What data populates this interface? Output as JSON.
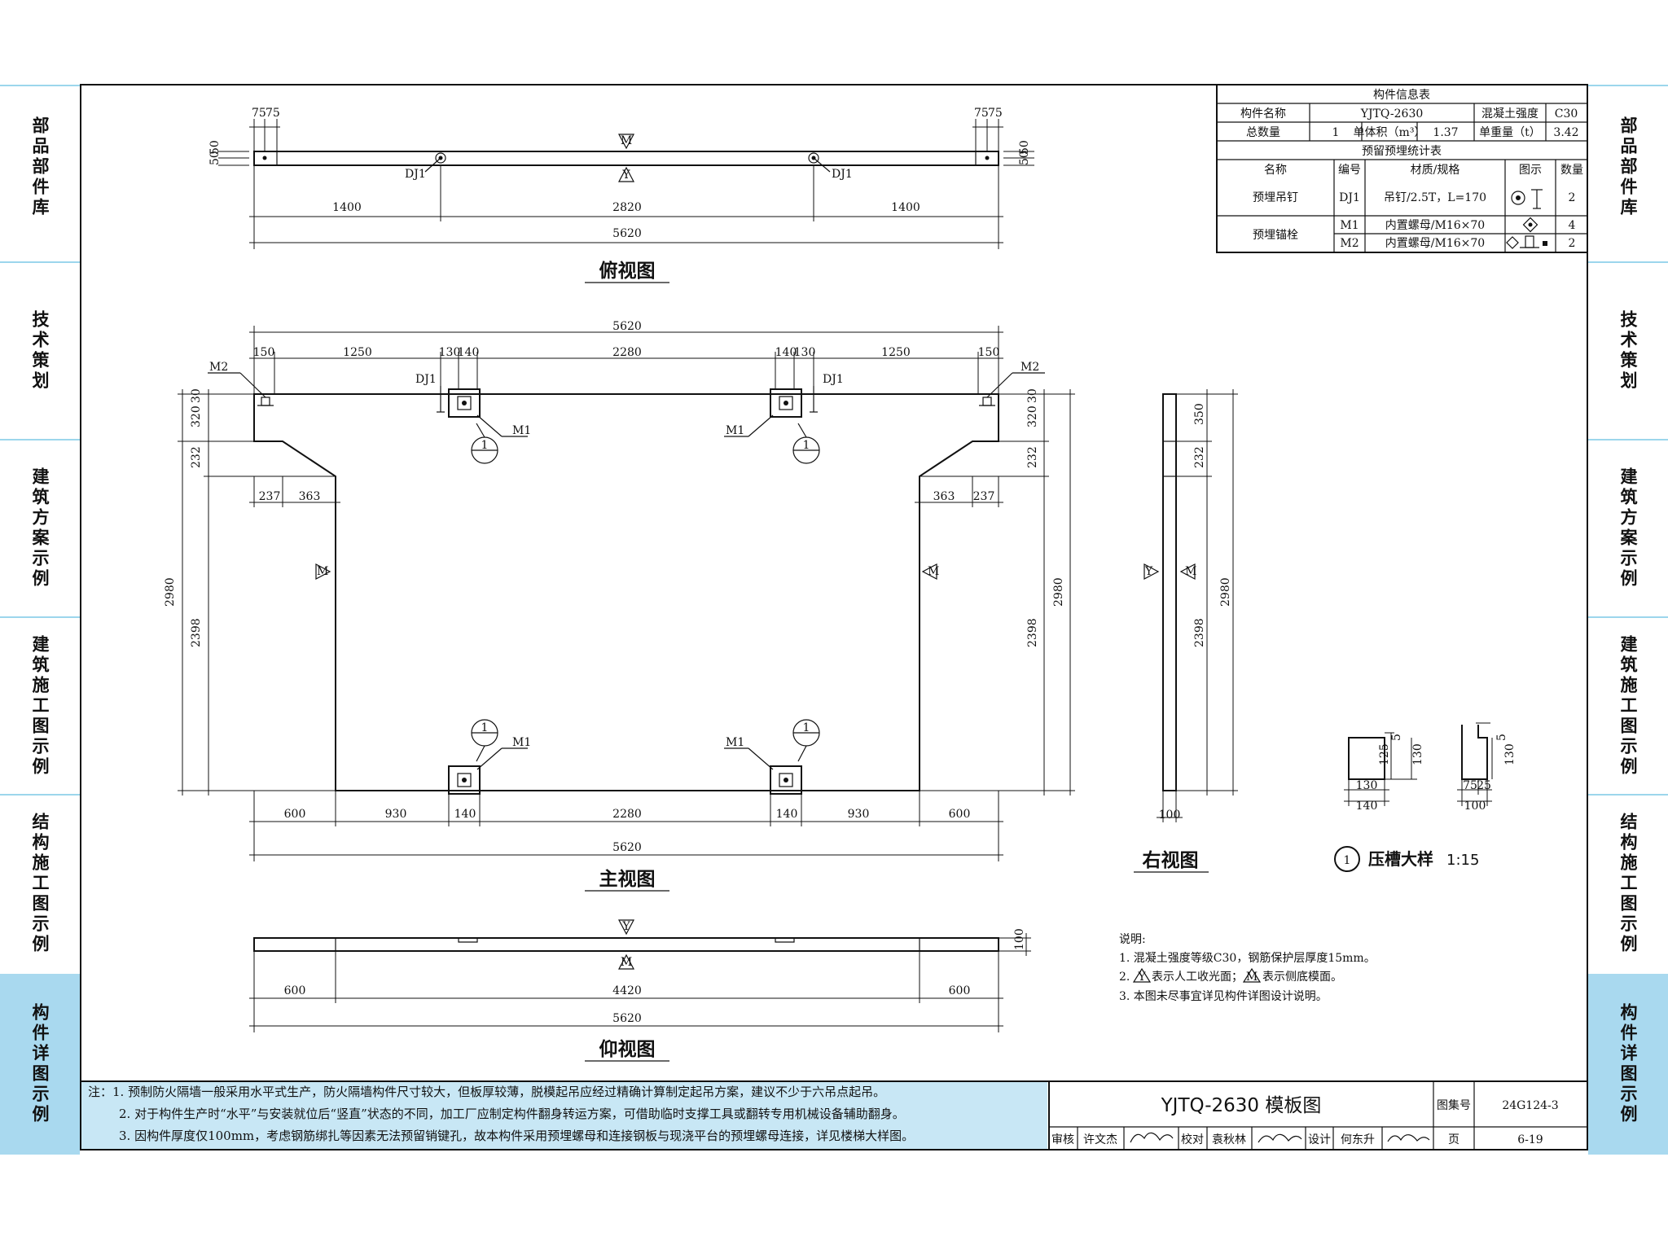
{
  "side_tabs": [
    "部品部件库",
    "技术策划",
    "建筑方案示例",
    "建筑施工图示例",
    "结构施工图示例",
    "构件详图示例"
  ],
  "info_table": {
    "title": "构件信息表",
    "row1": [
      "构件名称",
      "YJTQ-2630",
      "混凝土强度",
      "C30"
    ],
    "row2": [
      "总数量",
      "1",
      "单体积（m³）",
      "1.37",
      "单重量（t）",
      "3.42"
    ],
    "sub_title": "预留预埋统计表",
    "headers": [
      "名称",
      "编号",
      "材质/规格",
      "图示",
      "数量"
    ],
    "rows": [
      {
        "name": "预埋吊钉",
        "code": "DJ1",
        "spec": "吊钉/2.5T，L=170",
        "qty": "2"
      },
      {
        "name": "预埋锚栓",
        "code": "M1",
        "spec": "内置螺母/M16×70",
        "qty": "4"
      },
      {
        "code": "M2",
        "spec": "内置螺母/M16×70",
        "qty": "2"
      }
    ]
  },
  "views": {
    "top": "俯视图",
    "front": "主视图",
    "right": "右视图",
    "bottom": "仰视图",
    "detail_num": "1",
    "detail": "压槽大样",
    "detail_scale": "1:15"
  },
  "labels": {
    "DJ1": "DJ1",
    "M1": "M1",
    "M2": "M2",
    "M": "M",
    "Y": "Y",
    "one": "1"
  },
  "dims": {
    "top": [
      "75",
      "75",
      "50",
      "50",
      "1400",
      "2820",
      "5620"
    ],
    "front_top": [
      "5620",
      "150",
      "1250",
      "130",
      "140",
      "2280"
    ],
    "front_left": [
      "320",
      "30",
      "232",
      "2980",
      "2398"
    ],
    "front_inner": [
      "237",
      "363"
    ],
    "front_bottom": [
      "600",
      "930",
      "140",
      "2280",
      "5620"
    ],
    "right": [
      "350",
      "232",
      "2980",
      "2398",
      "100"
    ],
    "bottom": [
      "100",
      "600",
      "4420",
      "5620"
    ],
    "detail1": [
      "5",
      "125",
      "130",
      "130",
      "140"
    ],
    "detail2": [
      "5",
      "130",
      "75",
      "25",
      "100"
    ]
  },
  "legend": {
    "title": "说明:",
    "l1": "1. 混凝土强度等级C30，钢筋保护层厚度15mm。",
    "l2a": "2.",
    "l2b": "表示人工收光面；",
    "l2c": "表示侧底模面。",
    "l3": "3. 本图未尽事宜详见构件详图设计说明。"
  },
  "notes": [
    "注：1. 预制防火隔墙一般采用水平式生产，防火隔墙构件尺寸较大，但板厚较薄，脱模起吊应经过精确计算制定起吊方案，建议不少于六吊点起吊。",
    "2. 对于构件生产时“水平”与安装就位后“竖直”状态的不同，加工厂应制定构件翻身转运方案，可借助临时支撑工具或翻转专用机械设备辅助翻身。",
    "3. 因构件厚度仅100mm，考虑钢筋绑扎等因素无法预留销键孔，故本构件采用预埋螺母和连接钢板与现浇平台的预埋螺母连接，详见楼梯大样图。"
  ],
  "title_block": {
    "title": "YJTQ-2630 模板图",
    "atlas_label": "图集号",
    "atlas_no": "24G124-3",
    "page_label": "页",
    "page_no": "6-19",
    "review": "审核",
    "reviewer": "许文杰",
    "check": "校对",
    "checker": "袁秋林",
    "design": "设计",
    "designer": "何东升"
  }
}
